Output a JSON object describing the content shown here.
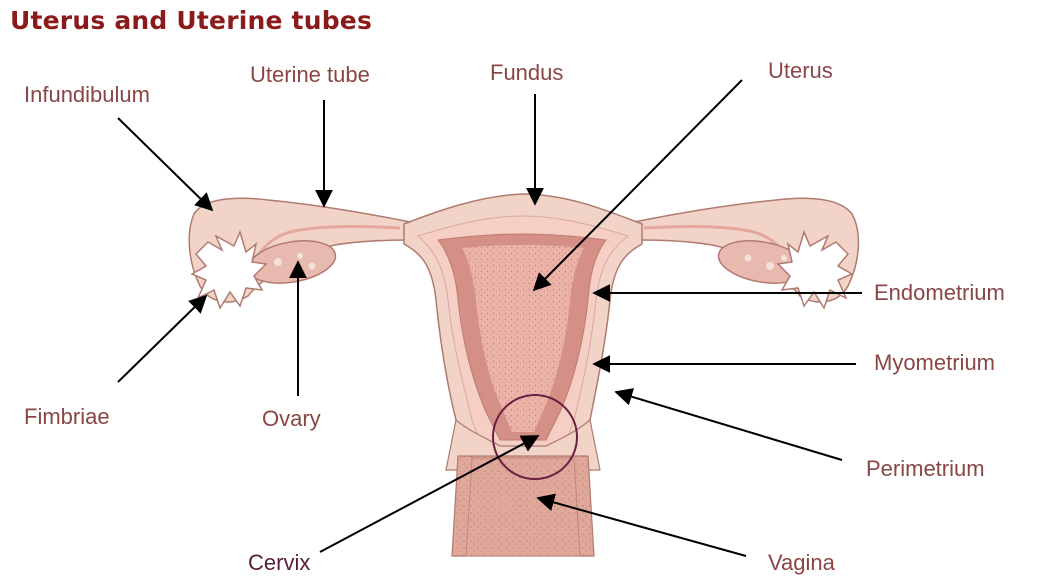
{
  "title": "Uterus and Uterine tubes",
  "colors": {
    "title": "#8b1a1a",
    "label": "#8a4545",
    "label_dark": "#5a1f3a",
    "outer_tissue": "#f2d3c8",
    "myometrium": "#f5cfc3",
    "endometrium": "#d48f86",
    "cavity": "#ebb3a8",
    "vagina": "#e0a79b",
    "outline": "#b07a70",
    "circle": "#6a2040"
  },
  "labels": {
    "infundibulum": "Infundibulum",
    "uterine_tube": "Uterine tube",
    "fundus": "Fundus",
    "uterus": "Uterus",
    "endometrium": "Endometrium",
    "myometrium": "Myometrium",
    "perimetrium": "Perimetrium",
    "fimbriae": "Fimbriae",
    "ovary": "Ovary",
    "cervix": "Cervix",
    "vagina": "Vagina"
  }
}
